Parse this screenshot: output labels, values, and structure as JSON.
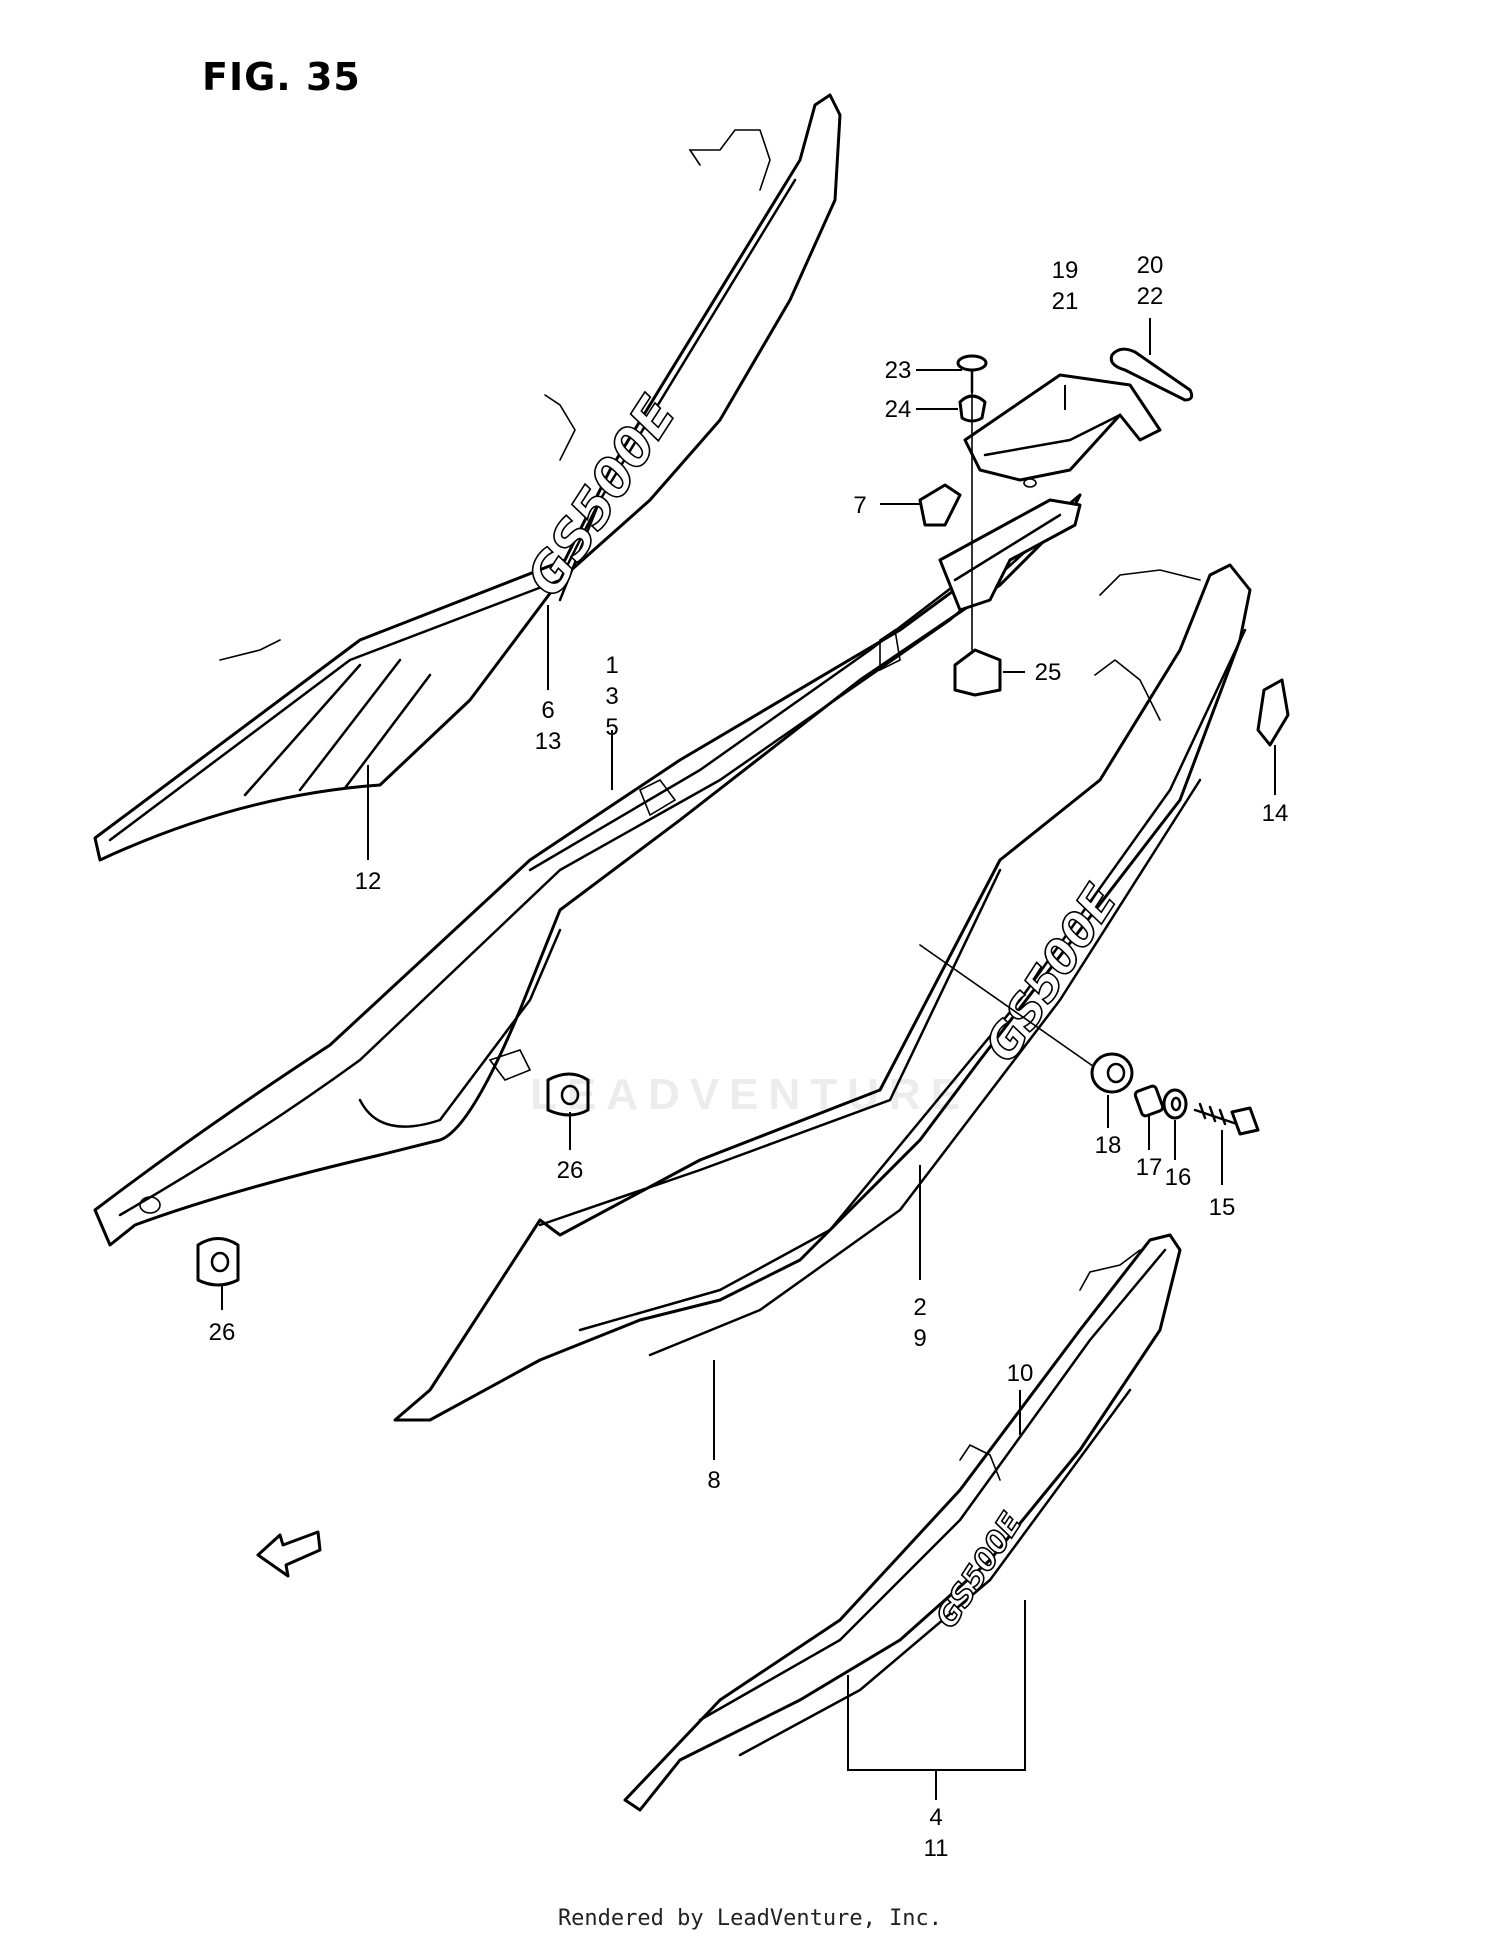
{
  "figure": {
    "title": "FIG. 35"
  },
  "footer": {
    "text": "Rendered by LeadVenture, Inc."
  },
  "watermark": {
    "text": "LEADVENTURE"
  },
  "fwd_arrow": {
    "text": "FWD"
  },
  "decals": {
    "large": "GS500E",
    "small": "GS500E"
  },
  "callouts": {
    "c1_3_5": [
      "1",
      "3",
      "5"
    ],
    "c2_9": [
      "2",
      "9"
    ],
    "c4_11": [
      "4",
      "11"
    ],
    "c6_13": [
      "6",
      "13"
    ],
    "c7": [
      "7"
    ],
    "c8": [
      "8"
    ],
    "c10": [
      "10"
    ],
    "c12": [
      "12"
    ],
    "c14": [
      "14"
    ],
    "c15": [
      "15"
    ],
    "c16": [
      "16"
    ],
    "c17": [
      "17"
    ],
    "c18": [
      "18"
    ],
    "c19_21": [
      "19",
      "21"
    ],
    "c20_22": [
      "20",
      "22"
    ],
    "c23": [
      "23"
    ],
    "c24": [
      "24"
    ],
    "c25": [
      "25"
    ],
    "c26_left": [
      "26"
    ],
    "c26_mid": [
      "26"
    ]
  }
}
